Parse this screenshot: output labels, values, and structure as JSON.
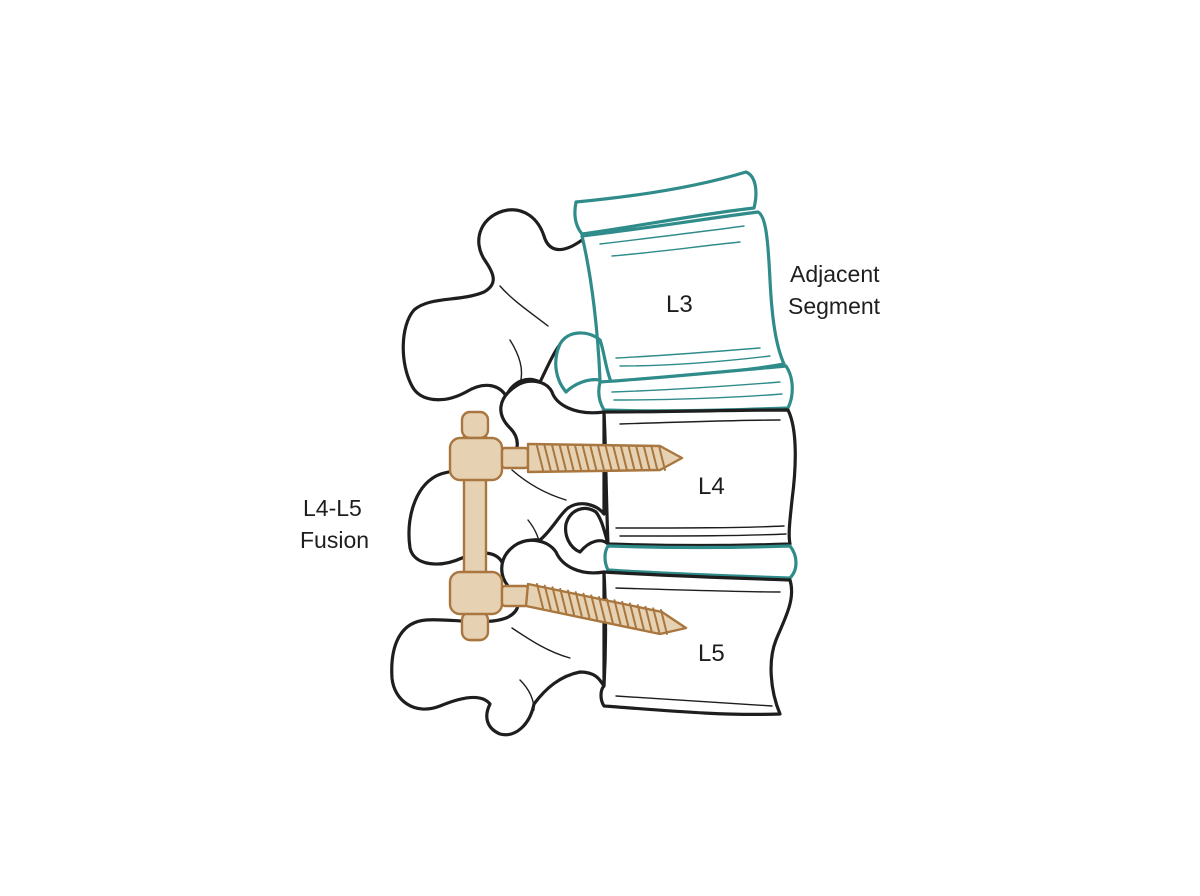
{
  "labels": {
    "l3": "L3",
    "l4": "L4",
    "l5": "L5",
    "adjacent_line1": "Adjacent",
    "adjacent_line2": "Segment",
    "fusion_line1": "L4-L5",
    "fusion_line2": "Fusion"
  },
  "colors": {
    "outline": "#1e1e1e",
    "adjacent_segment": "#2f8c8a",
    "hardware_stroke": "#a8763e",
    "hardware_fill": "#e6d2b3",
    "background": "#ffffff"
  }
}
